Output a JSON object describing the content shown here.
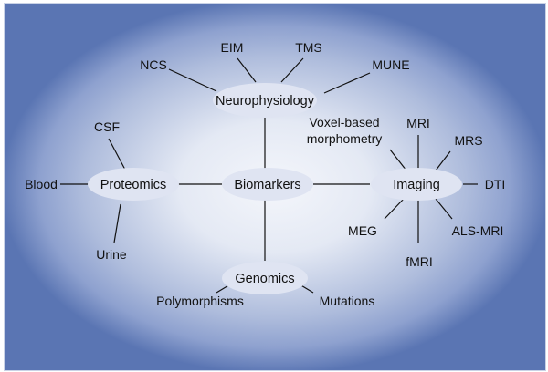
{
  "diagram": {
    "center": "Biomarkers",
    "categories": {
      "neurophysiology": {
        "label": "Neurophysiology",
        "items": [
          "NCS",
          "EIM",
          "TMS",
          "MUNE"
        ]
      },
      "proteomics": {
        "label": "Proteomics",
        "items": [
          "CSF",
          "Blood",
          "Urine"
        ]
      },
      "imaging": {
        "label": "Imaging",
        "items": [
          "Voxel-based",
          "morphometry",
          "MRI",
          "MRS",
          "DTI",
          "ALS-MRI",
          "fMRI",
          "MEG"
        ]
      },
      "genomics": {
        "label": "Genomics",
        "items": [
          "Polymorphisms",
          "Mutations"
        ]
      }
    },
    "colors": {
      "oval_fill": "#dfe4f2",
      "line": "#111111",
      "background_center": "#f4f6fb",
      "background_edge": "#5a75b3"
    }
  }
}
